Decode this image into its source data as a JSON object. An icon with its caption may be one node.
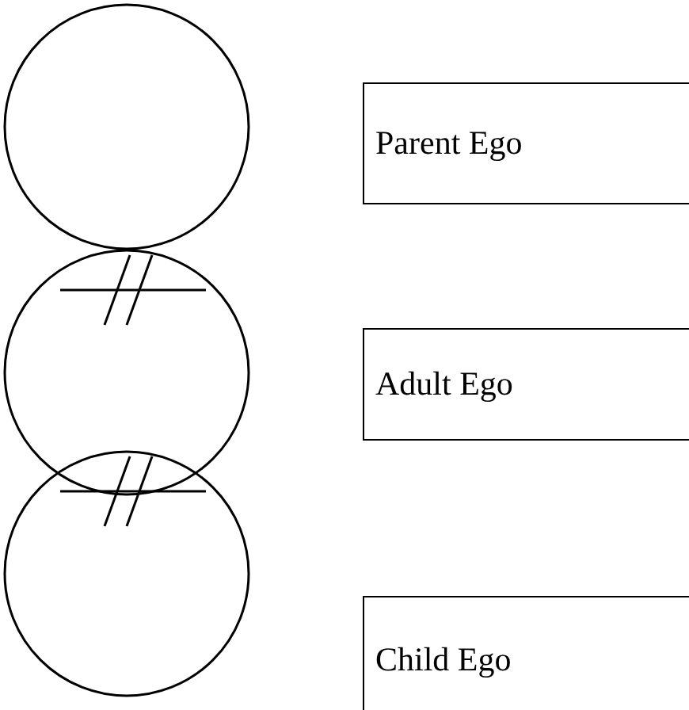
{
  "diagram": {
    "nodes": [
      {
        "text": [],
        "shape": "circle"
      },
      {
        "text": [
          "Parent Ego"
        ]
      },
      {
        "text": [],
        "shape": "circle"
      },
      {
        "text": [
          "Adult Ego"
        ]
      },
      {
        "text": [],
        "shape": "circle"
      },
      {
        "text": [
          "Child Ego"
        ]
      }
    ],
    "edges": []
  }
}
